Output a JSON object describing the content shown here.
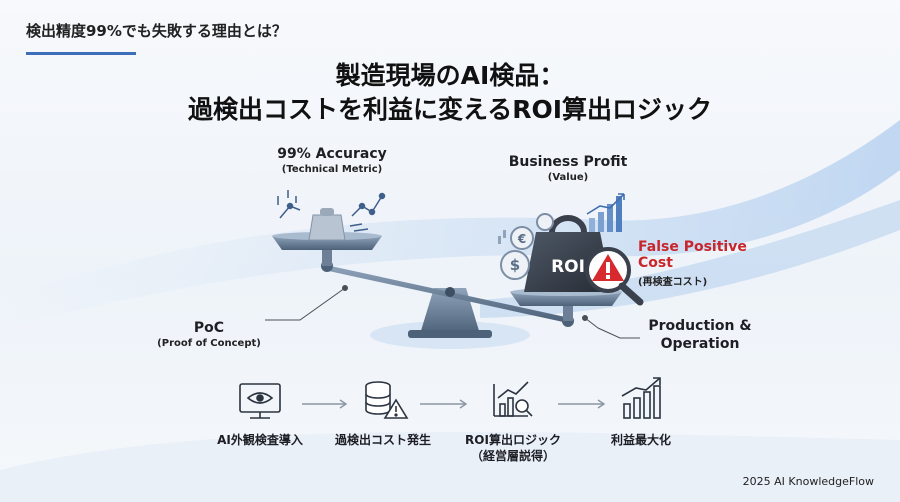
{
  "header": {
    "subtitle": "検出精度99%でも失敗する理由とは？",
    "title_line1": "製造現場のAI検品：",
    "title_line2": "過検出コストを利益に変えるROI算出ロジック"
  },
  "scale": {
    "left": {
      "main": "99% Accuracy",
      "sub": "(Technical Metric)"
    },
    "right": {
      "main": "Business Profit",
      "sub": "(Value)"
    },
    "weight_label": "ROI",
    "fp": {
      "line1": "False Positive",
      "line2": "Cost",
      "sub": "(再検査コスト)"
    },
    "poc": {
      "main": "PoC",
      "sub": "(Proof of Concept)"
    },
    "prod": {
      "line1": "Production &",
      "line2": "Operation"
    }
  },
  "flow": [
    {
      "label": "AI外観検査導入",
      "sub": "",
      "icon": "monitor-eye-icon"
    },
    {
      "label": "過検出コスト発生",
      "sub": "",
      "icon": "database-warning-icon"
    },
    {
      "label": "ROI算出ロジック",
      "sub": "（経営層説得）",
      "icon": "chart-magnifier-icon"
    },
    {
      "label": "利益最大化",
      "sub": "",
      "icon": "bar-chart-up-icon"
    }
  ],
  "footer": "2025 AI KnowledgeFlow",
  "colors": {
    "accent": "#3b6fb8",
    "warning": "#c8262b",
    "metal": "#5a6e86"
  }
}
